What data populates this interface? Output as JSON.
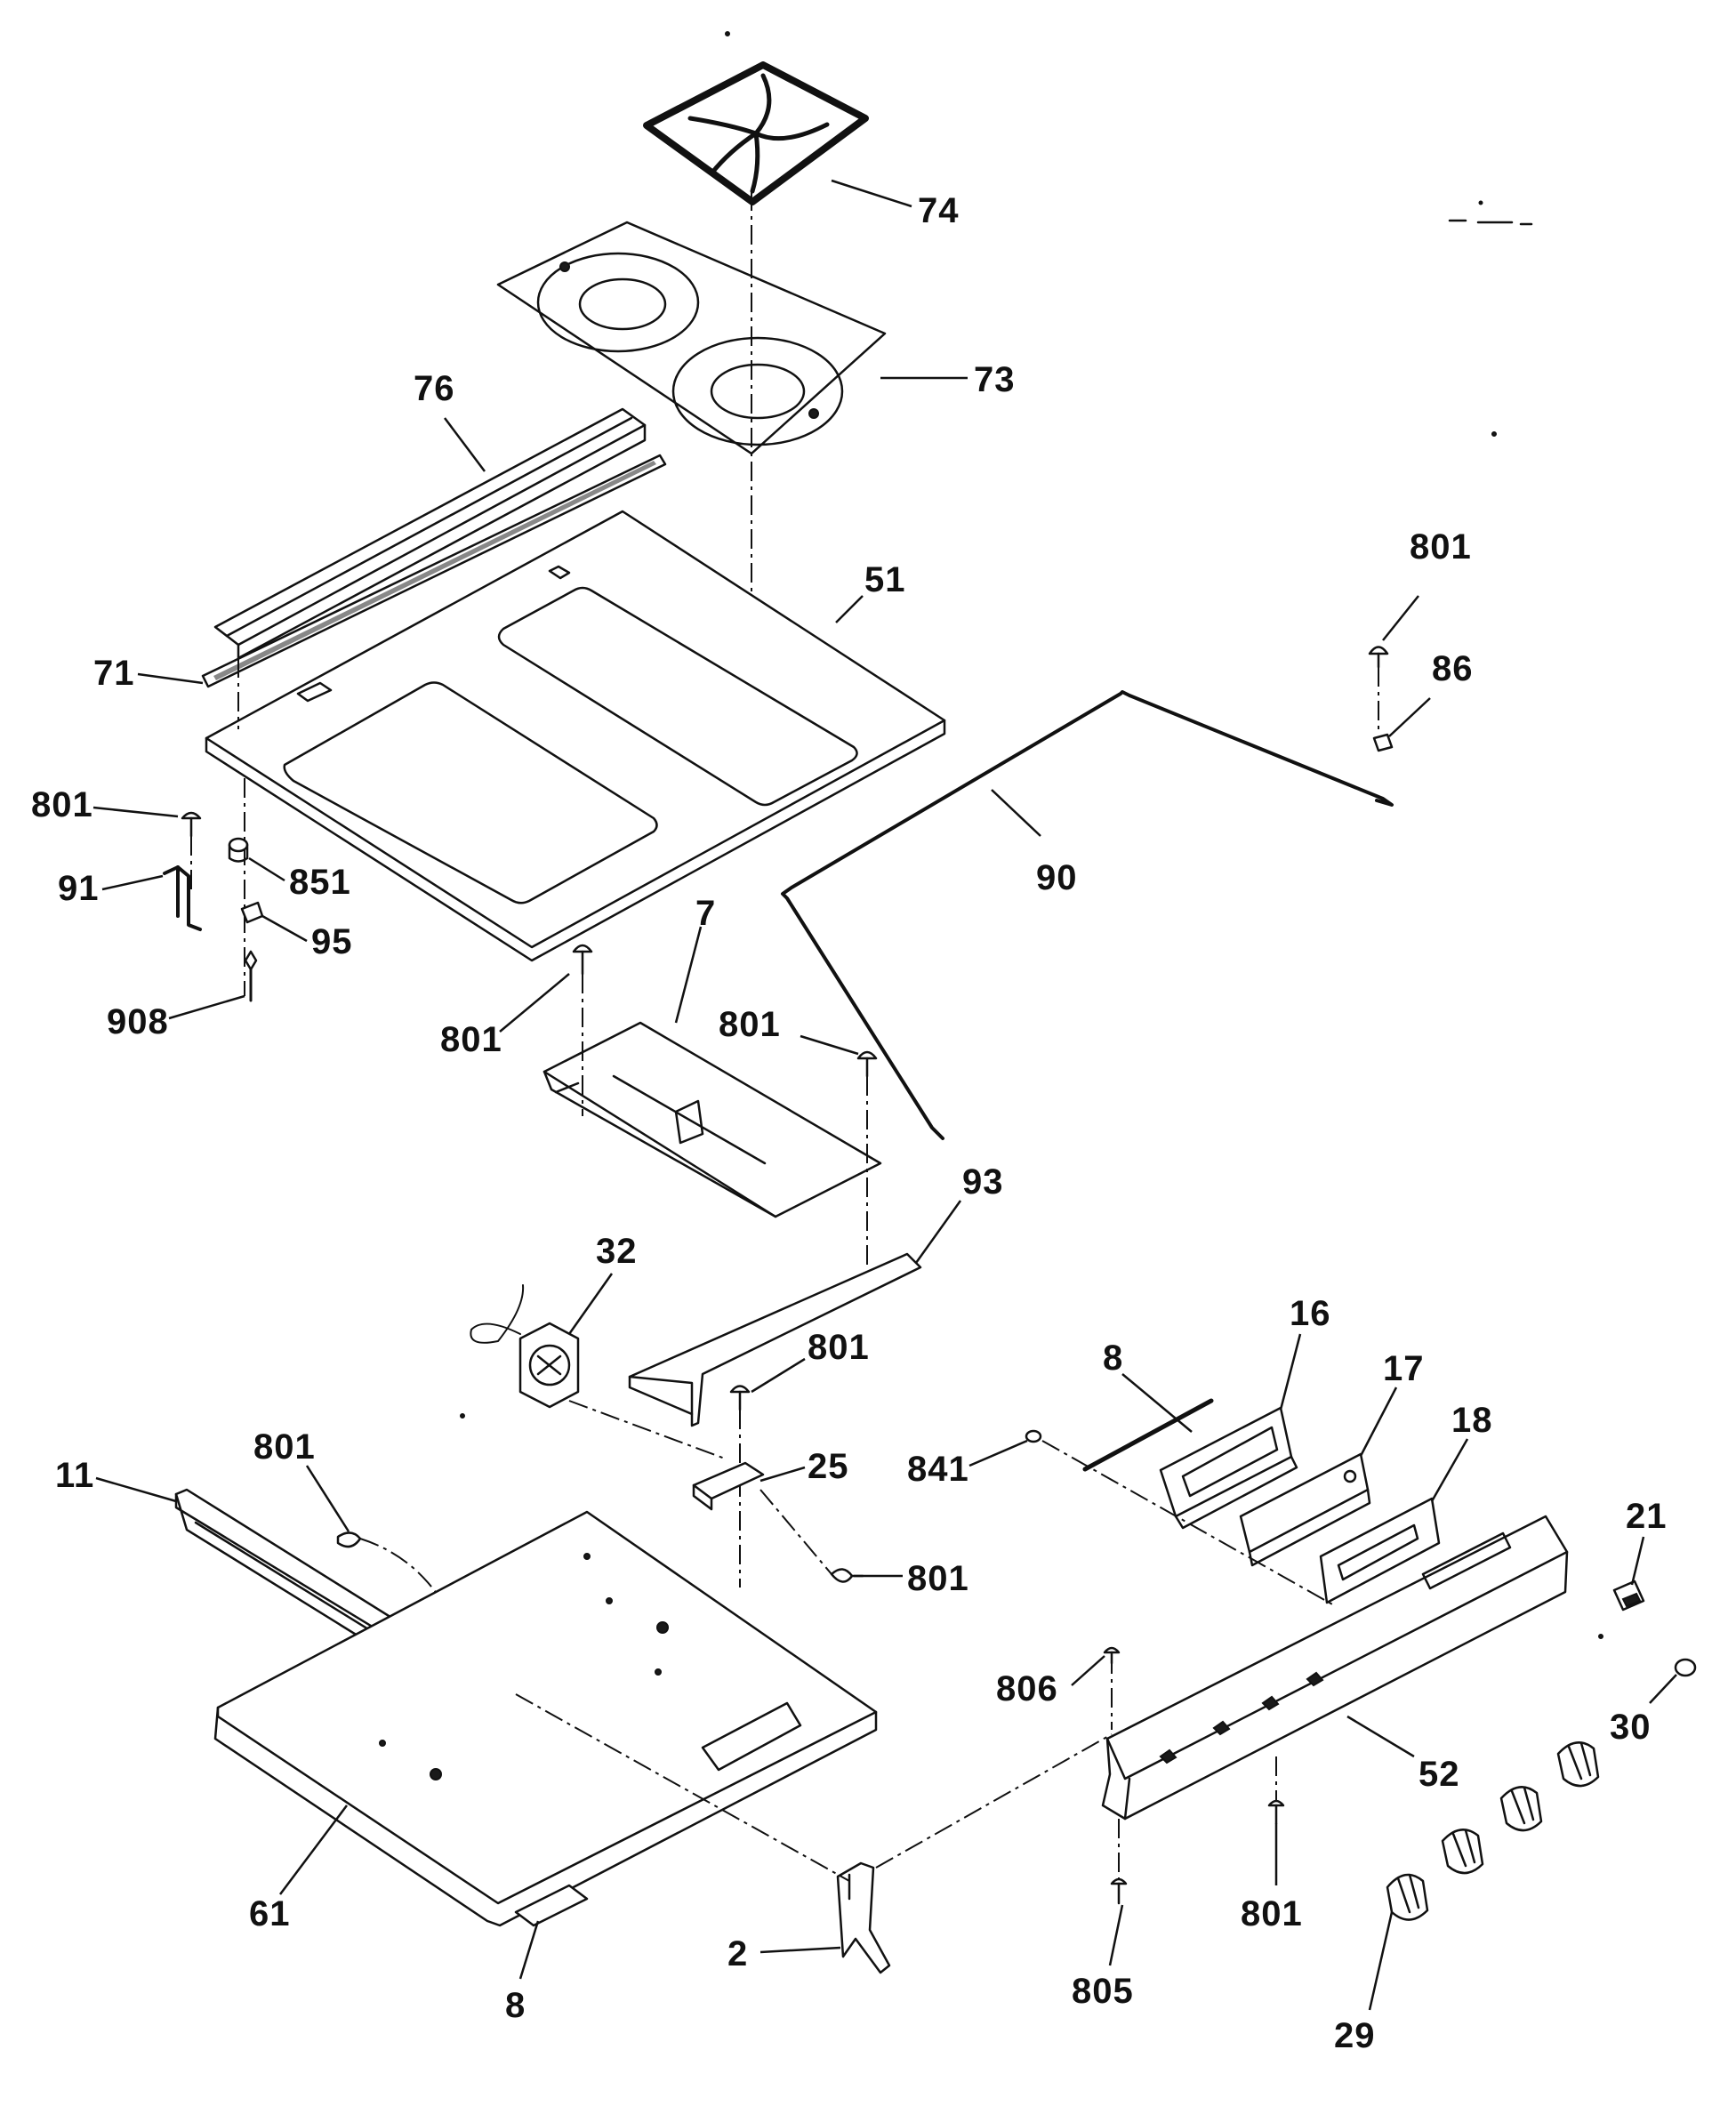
{
  "callouts": {
    "grate": "74",
    "burner_box": "73",
    "trim_strip": "76",
    "cooktop": "51",
    "gasket": "71",
    "screw_top_left": "801",
    "retainer_nut": "851",
    "bracket_91": "91",
    "clip_95": "95",
    "screw_908": "908",
    "screw_top_right": "801",
    "clip_86": "86",
    "wire_90": "90",
    "panel_7": "7",
    "screw_panel_7_left": "801",
    "screw_panel_7_right": "801",
    "bracket_93": "93",
    "fan_32": "32",
    "screw_fan": "801",
    "bracket_25": "25",
    "screw_left_rail": "801",
    "rail_11": "11",
    "screw_base": "801",
    "base_61": "61",
    "strip_8_bottom": "8",
    "end_cap_2": "2",
    "rod_8_top": "8",
    "screw_841": "841",
    "module_16": "16",
    "module_17": "17",
    "overlay_18": "18",
    "switch_21": "21",
    "knob_30": "30",
    "screw_806": "806",
    "manifold_panel_52": "52",
    "screw_panel_bottom": "801",
    "screw_805": "805",
    "knobs_29": "29"
  },
  "colors": {
    "ink": "#111111",
    "background": "#ffffff"
  }
}
